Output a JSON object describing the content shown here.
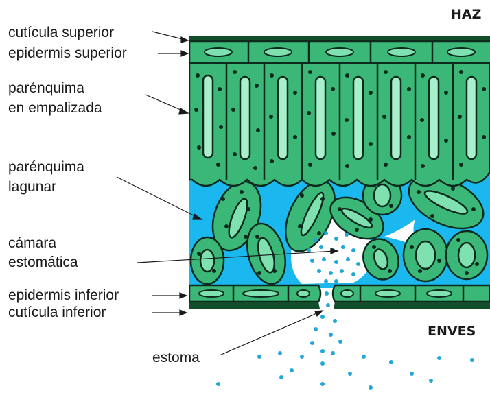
{
  "diagram": {
    "labels": {
      "haz": "HAZ",
      "enves": "ENVES",
      "cuticula_superior": "cutícula superior",
      "epidermis_superior": "epidermis superior",
      "parenquima_empalizada_1": "parénquima",
      "parenquima_empalizada_2": "en empalizada",
      "parenquima_lagunar_1": "parénquima",
      "parenquima_lagunar_2": "lagunar",
      "camara_1": "cámara",
      "camara_2": "estomática",
      "epidermis_inferior": "epidermis inferior",
      "cuticula_inferior": "cutícula inferior",
      "estoma": "estoma"
    },
    "colors": {
      "cell_dark": "#1f7a4a",
      "cell_mid": "#3bb878",
      "cell_light": "#7fe0b0",
      "cell_pale": "#a8f0cc",
      "cuticle": "#124d2c",
      "air_space": "#1ab8ee",
      "particles": "#22a8d8",
      "outline": "#0e2a1c"
    }
  }
}
